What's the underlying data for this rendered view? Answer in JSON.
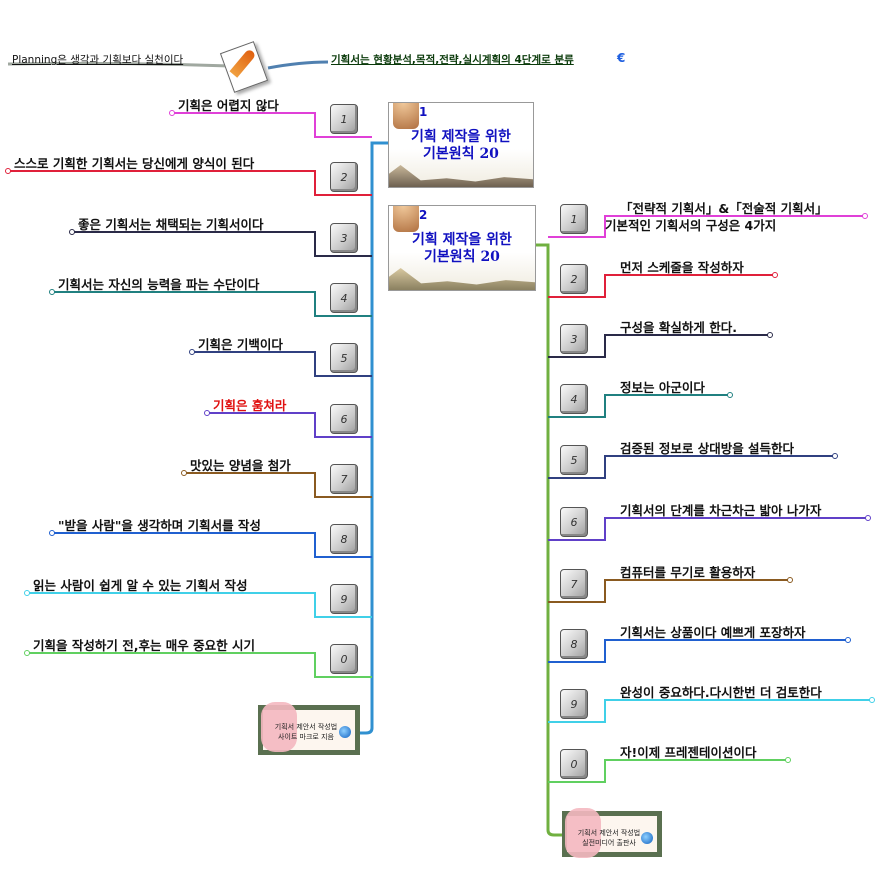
{
  "top": {
    "left_note": "Planning은 생각과 기획보다 실천이다",
    "right_note": "기획서는 현황분석,목적,전략,실시계획의 4단계로 분류",
    "right_note_icon": "link-icon"
  },
  "cards": [
    {
      "number": "1",
      "title_line1": "기획 제작을 위한",
      "title_line2": "기본원칙 20"
    },
    {
      "number": "2",
      "title_line1": "기획 제작을 위한",
      "title_line2": "기본원칙 20"
    }
  ],
  "left_items": [
    {
      "key": "1",
      "text": "기획은 어렵지 않다",
      "color": "#e040d8"
    },
    {
      "key": "2",
      "text": "스스로 기획한 기획서는 당신에게 양식이 된다",
      "color": "#e0203a"
    },
    {
      "key": "3",
      "text": "좋은 기획서는 채택되는 기획서이다",
      "color": "#2a2a48"
    },
    {
      "key": "4",
      "text": "기획서는 자신의 능력을 파는 수단이다",
      "color": "#208080"
    },
    {
      "key": "5",
      "text": "기획은 기백이다",
      "color": "#304080"
    },
    {
      "key": "6",
      "text": "기획은 훔쳐라",
      "color": "#6040c8",
      "text_color": "#e01010"
    },
    {
      "key": "7",
      "text": "맛있는 양념을 첨가",
      "color": "#8a5a20"
    },
    {
      "key": "8",
      "text": "\"받을 사람\"을 생각하며 기획서를 작성",
      "color": "#2060d0"
    },
    {
      "key": "9",
      "text": "읽는 사람이 쉽게 알 수 있는 기획서 작성",
      "color": "#40d0e8"
    },
    {
      "key": "0",
      "text": "기획을 작성하기 전,후는 매우 중요한 시기",
      "color": "#60d060"
    }
  ],
  "right_items": [
    {
      "key": "1",
      "text": "「전략적 기획서」&「전술적 기획서」",
      "text2": "기본적인 기획서의 구성은 4가지",
      "color": "#e040d8"
    },
    {
      "key": "2",
      "text": "먼저 스케줄을 작성하자",
      "color": "#e0203a"
    },
    {
      "key": "3",
      "text": "구성을 확실하게 한다.",
      "color": "#2a2a48"
    },
    {
      "key": "4",
      "text": "정보는 아군이다",
      "color": "#208080"
    },
    {
      "key": "5",
      "text": "검증된 정보로 상대방을 설득한다",
      "color": "#304080"
    },
    {
      "key": "6",
      "text": "기획서의 단계를 차근차근 밟아 나가자",
      "color": "#6040c8"
    },
    {
      "key": "7",
      "text": "컴퓨터를 무기로 활용하자",
      "color": "#8a5a20"
    },
    {
      "key": "8",
      "text": "기획서는 상품이다 예쁘게 포장하자",
      "color": "#2060d0"
    },
    {
      "key": "9",
      "text": "완성이 중요하다.다시한번 더 검토한다",
      "color": "#40d0e8"
    },
    {
      "key": "0",
      "text": "자!이제 프레젠테이션이다",
      "color": "#60d060"
    }
  ],
  "bottom_cards": [
    {
      "line1": "기획서 제안서 작성법",
      "line2": "사이트 마크로 지음"
    },
    {
      "line1": "기획서 제안서 작성법",
      "line2": "실전미디어 출판사"
    }
  ],
  "colors": {
    "left_spine": "#3090d0",
    "right_spine": "#70b040"
  }
}
